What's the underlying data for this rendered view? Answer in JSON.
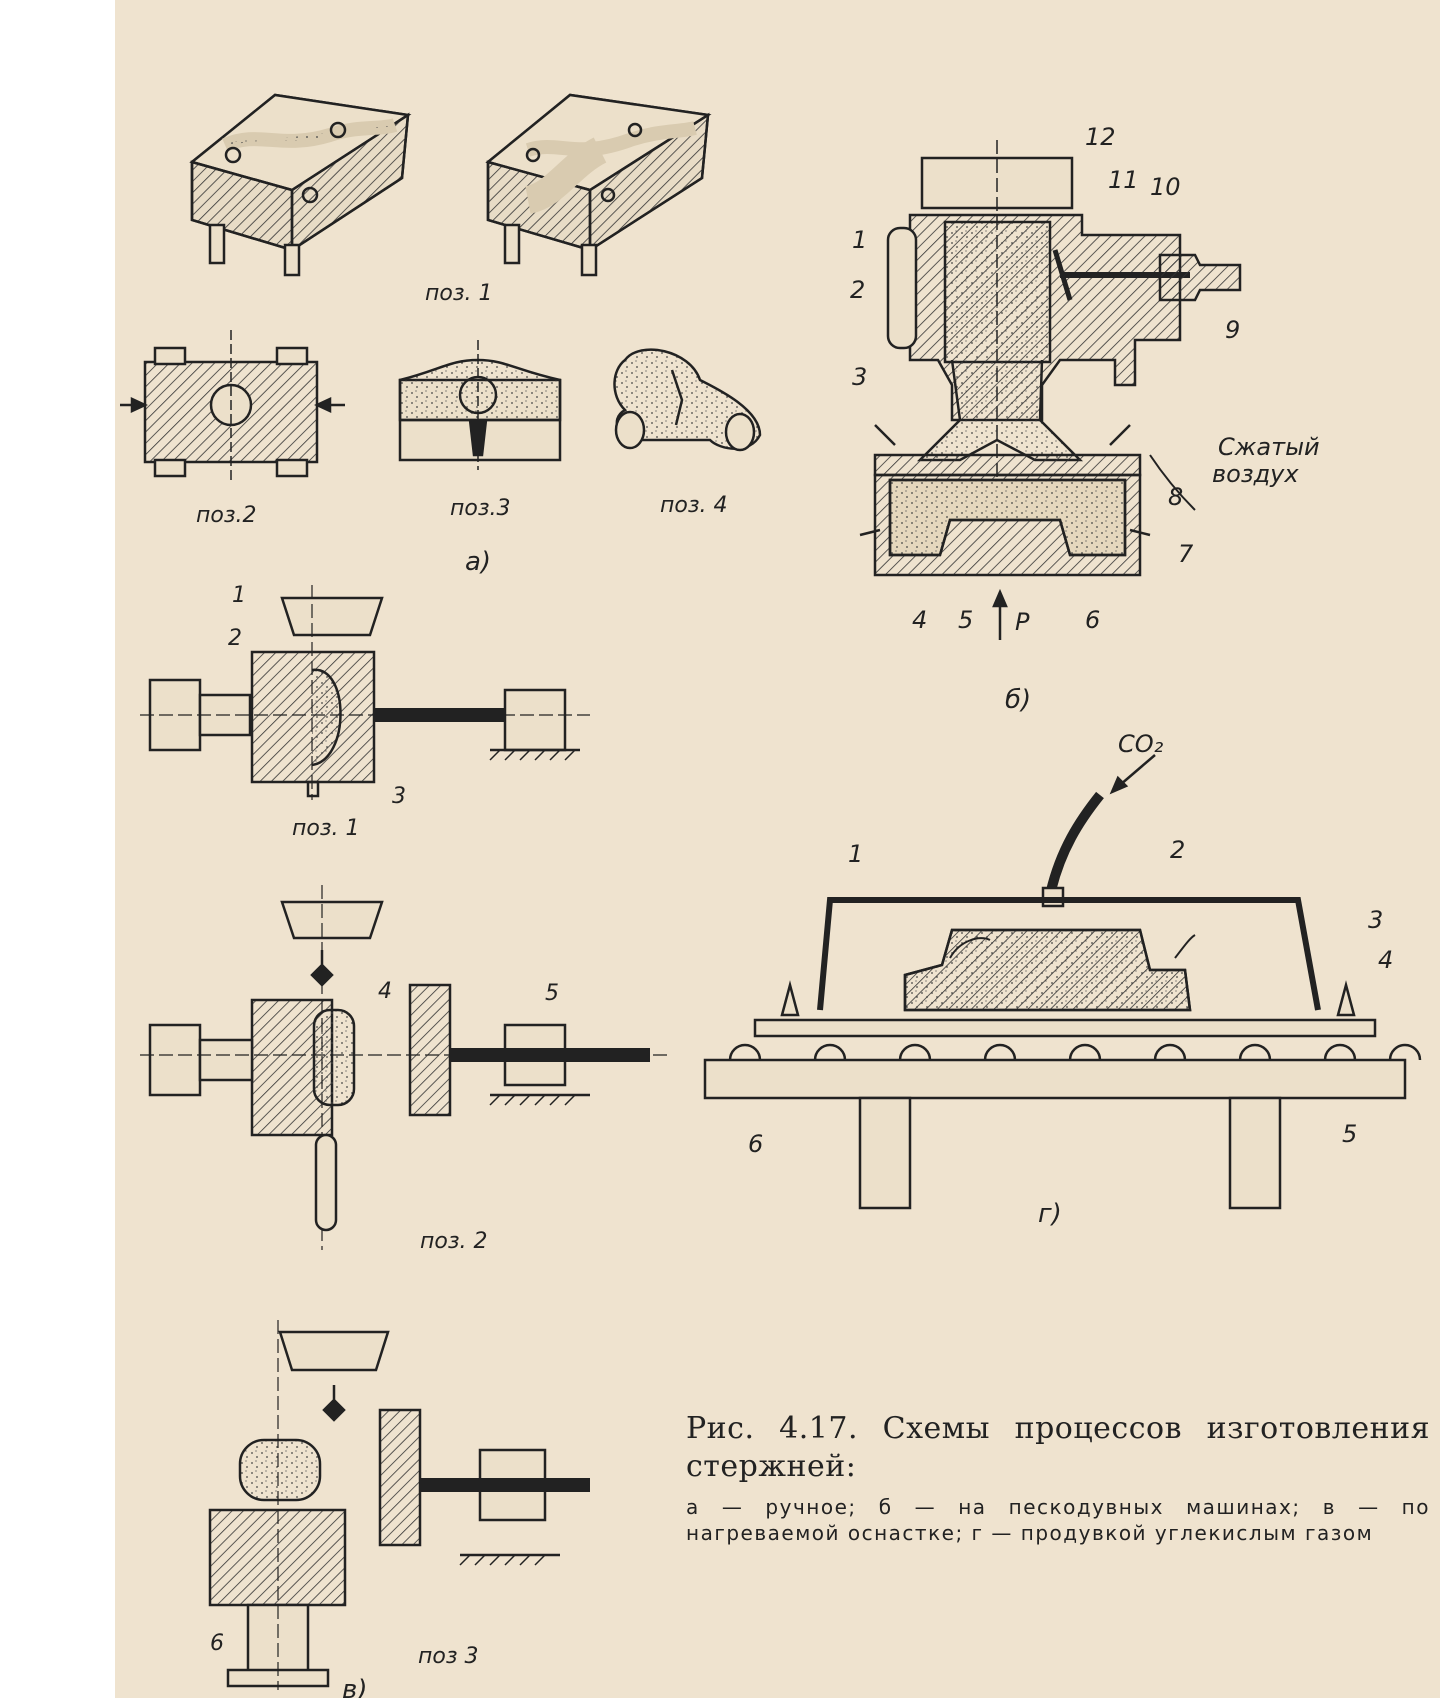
{
  "figure": {
    "panel_a": {
      "caption": "а)",
      "pos1": "поз. 1",
      "pos2": "поз.2",
      "pos3": "поз.3",
      "pos4": "поз. 4"
    },
    "panel_b": {
      "caption": "б)",
      "numbers": [
        "12",
        "11",
        "10",
        "1",
        "2",
        "9",
        "3",
        "8",
        "7",
        "4",
        "5",
        "6"
      ],
      "pressure": "P",
      "air_line1": "Сжатый",
      "air_line2": "воздух"
    },
    "panel_v": {
      "caption": "в)",
      "pos1": "поз. 1",
      "pos2": "поз. 2",
      "pos3": "поз 3",
      "numbers": [
        "1",
        "2",
        "3",
        "4",
        "5",
        "6"
      ]
    },
    "panel_g": {
      "caption": "г)",
      "gas": "CO₂",
      "numbers": [
        "1",
        "2",
        "3",
        "4",
        "5",
        "6"
      ]
    }
  },
  "caption": {
    "title": "Рис. 4.17. Схемы процессов изготовления стержней:",
    "description": "а — ручное; б — на пескодувных машинах; в — по нагреваемой оснастке; г — продувкой углекислым газом"
  }
}
